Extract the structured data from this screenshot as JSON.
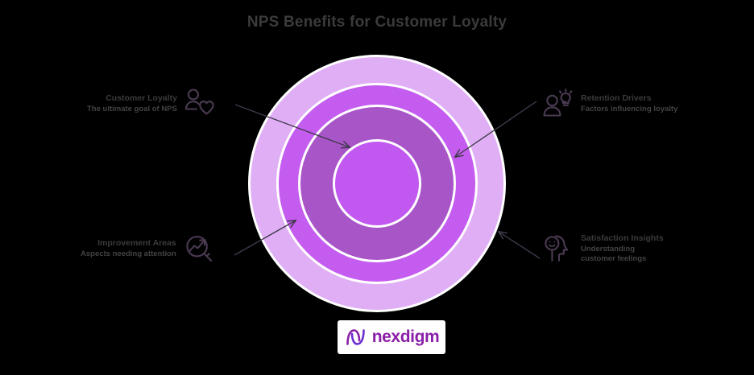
{
  "title": "NPS Benefits for Customer Loyalty",
  "background_color": "#000000",
  "title_color": "#3b3b3b",
  "rings": [
    {
      "name": "outer-ring",
      "color": "#e0aef5"
    },
    {
      "name": "third-ring",
      "color": "#c55cf0"
    },
    {
      "name": "second-ring",
      "color": "#a855c8"
    },
    {
      "name": "core-circle",
      "color": "#c158f0"
    }
  ],
  "ring_separator_color": "#ffffff",
  "icon_color": "#4a3a52",
  "arrow_color": "#3f3a4a",
  "callouts": [
    {
      "id": "customer-loyalty",
      "title": "Customer Loyalty",
      "subtitle": "The ultimate goal of NPS",
      "icon": "person-heart-icon",
      "position": "top-left"
    },
    {
      "id": "retention-drivers",
      "title": "Retention Drivers",
      "subtitle": "Factors influencing loyalty",
      "icon": "person-lightbulb-icon",
      "position": "top-right"
    },
    {
      "id": "improvement-areas",
      "title": "Improvement Areas",
      "subtitle": "Aspects needing attention",
      "icon": "magnifier-trend-icon",
      "position": "bottom-left"
    },
    {
      "id": "satisfaction-insights",
      "title": "Satisfaction Insights",
      "subtitle": "Understanding customer feelings",
      "icon": "head-smiley-icon",
      "position": "bottom-right"
    }
  ],
  "logo": {
    "wordmark": "nexdigm",
    "mark": "nexdigm-wave-icon",
    "wordmark_color": "#8a1fa8",
    "badge_color": "#ffffff"
  }
}
